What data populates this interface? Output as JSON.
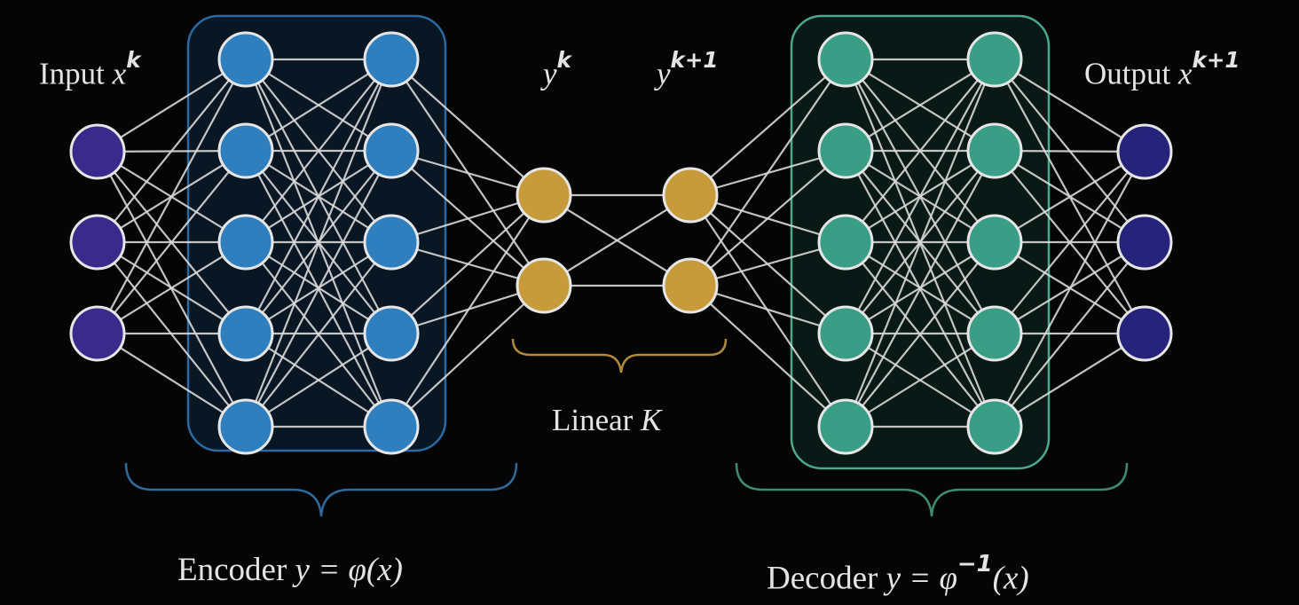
{
  "diagram": {
    "labels": {
      "input_word": "Input",
      "input_var": "x",
      "input_sup": "k",
      "output_word": "Output",
      "output_var": "x",
      "output_sup": "k+1",
      "latent_left_var": "y",
      "latent_left_sup": "k",
      "latent_right_var": "y",
      "latent_right_sup": "k+1",
      "linear_word": "Linear",
      "linear_var": "K",
      "encoder_word": "Encoder",
      "encoder_formula": "y = φ(x)",
      "decoder_word": "Decoder",
      "decoder_formula_lhs": "y = φ",
      "decoder_formula_sup": "−1",
      "decoder_formula_rhs": "(x)"
    },
    "layers": [
      {
        "group": "input",
        "nodes": 3
      },
      {
        "group": "encoder",
        "nodes": 5
      },
      {
        "group": "encoder",
        "nodes": 5
      },
      {
        "group": "latent",
        "nodes": 2
      },
      {
        "group": "latent",
        "nodes": 2
      },
      {
        "group": "decoder",
        "nodes": 5
      },
      {
        "group": "decoder",
        "nodes": 5
      },
      {
        "group": "output",
        "nodes": 3
      }
    ],
    "colors": {
      "background": "#050505",
      "edge": "#d8d8d8",
      "input_node": "#3a2a8c",
      "encoder_node": "#2f7fbf",
      "encoder_box": "#2a6aa0",
      "latent_node": "#c79a3a",
      "decoder_node": "#3a9e86",
      "decoder_box": "#4aa88c",
      "output_node": "#26237a",
      "brace_encoder": "#2f6a9a",
      "brace_linear": "#b08a3a",
      "brace_decoder": "#3f8a74"
    }
  }
}
